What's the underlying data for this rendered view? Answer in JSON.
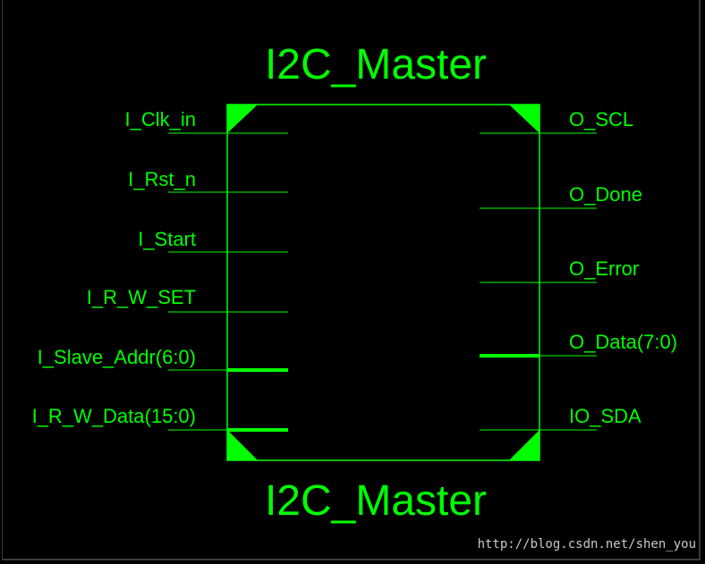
{
  "block": {
    "name_top": "I2C_Master",
    "name_bottom": "I2C_Master"
  },
  "inputs": [
    {
      "label": "I_Clk_in",
      "bus": false
    },
    {
      "label": "I_Rst_n",
      "bus": false
    },
    {
      "label": "I_Start",
      "bus": false
    },
    {
      "label": "I_R_W_SET",
      "bus": false
    },
    {
      "label": "I_Slave_Addr(6:0)",
      "bus": true
    },
    {
      "label": "I_R_W_Data(15:0)",
      "bus": true
    }
  ],
  "outputs": [
    {
      "label": "O_SCL",
      "bus": false
    },
    {
      "label": "O_Done",
      "bus": false
    },
    {
      "label": "O_Error",
      "bus": false
    },
    {
      "label": "O_Data(7:0)",
      "bus": true
    },
    {
      "label": "IO_SDA",
      "bus": false
    }
  ],
  "watermark": "http://blog.csdn.net/shen_you",
  "colors": {
    "background": "#000000",
    "wire": "#00ff00",
    "watermark": "#c9c9c9"
  }
}
